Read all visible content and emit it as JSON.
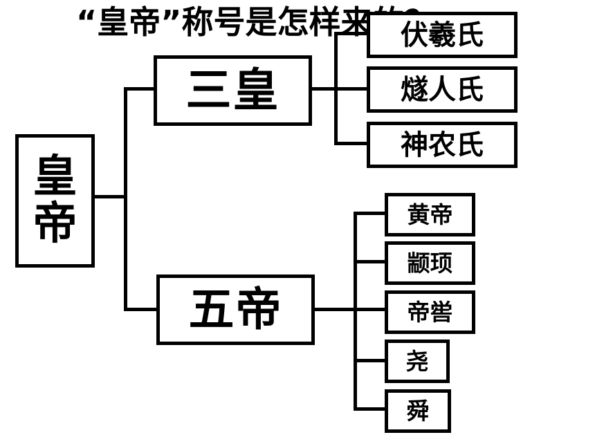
{
  "title": "“皇帝”称号是怎样来的？",
  "root": {
    "line1": "皇",
    "line2": "帝"
  },
  "branches": {
    "sanhuang": {
      "label": "三皇",
      "children": [
        "伏羲氏",
        "燧人氏",
        "神农氏"
      ]
    },
    "wudi": {
      "label": "五帝",
      "children": [
        "黄帝",
        "颛顼",
        "帝喾",
        "尧",
        "舜"
      ]
    }
  }
}
